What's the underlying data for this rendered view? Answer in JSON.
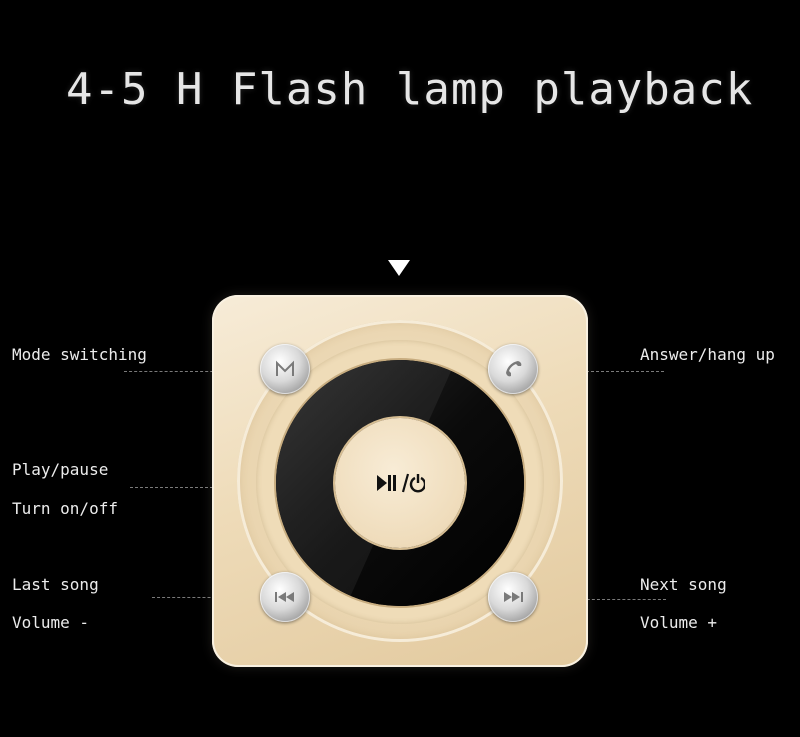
{
  "title": "4-5 H Flash lamp playback",
  "labels": {
    "mode": "Mode switching",
    "answer": "Answer/hang up",
    "play": "Play/pause",
    "power": "Turn on/off",
    "last": "Last song",
    "vol_down": "Volume -",
    "next": "Next song",
    "vol_up": "Volume +"
  },
  "icons": {
    "arrow": "down-triangle-icon",
    "mode": "m-letter-icon",
    "answer": "phone-icon",
    "play": "play-pause-power-icon",
    "prev": "previous-track-icon",
    "next": "next-track-icon"
  },
  "colors": {
    "background": "#000000",
    "body_gold": "#eedbb8",
    "disc": "#050505",
    "text": "#ececec"
  }
}
